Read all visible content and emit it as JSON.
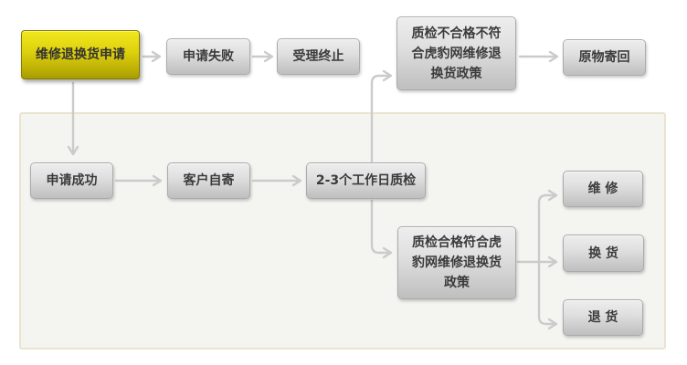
{
  "page": {
    "background": "#ffffff"
  },
  "panel": {
    "background": "#f4f4f1",
    "border_color": "#ebe3d0"
  },
  "colors": {
    "node_gray_top": "#ededed",
    "node_gray_bottom": "#bfbfbf",
    "node_border": "#ababab",
    "highlight_top": "#f1e81d",
    "highlight_bottom": "#a79b02",
    "highlight_border": "#847b00",
    "connector": "#cbcbcb",
    "text": "#3b3b3b"
  },
  "flowchart": {
    "nodes": [
      {
        "id": "apply",
        "label": "维修退换货申请",
        "style": "highlight"
      },
      {
        "id": "apply-fail",
        "label": "申请失败",
        "style": "gray"
      },
      {
        "id": "accept-terminate",
        "label": "受理终止",
        "style": "gray"
      },
      {
        "id": "qc-fail",
        "label": "质检不合格不符\n合虎豹网维修退\n换货政策",
        "style": "gray"
      },
      {
        "id": "return-original",
        "label": "原物寄回",
        "style": "gray"
      },
      {
        "id": "apply-success",
        "label": "申请成功",
        "style": "gray"
      },
      {
        "id": "customer-self-ship",
        "label": "客户自寄",
        "style": "gray"
      },
      {
        "id": "qc-duration",
        "label": "2-3个工作日质检",
        "style": "gray"
      },
      {
        "id": "qc-pass",
        "label": "质检合格符合虎\n豹网维修退换货\n政策",
        "style": "gray"
      },
      {
        "id": "repair",
        "label": "维 修",
        "style": "gray"
      },
      {
        "id": "exchange",
        "label": "换 货",
        "style": "gray"
      },
      {
        "id": "refund",
        "label": "退 货",
        "style": "gray"
      }
    ],
    "edges": [
      {
        "from": "apply",
        "to": "apply-fail"
      },
      {
        "from": "apply-fail",
        "to": "accept-terminate"
      },
      {
        "from": "apply",
        "to": "apply-success"
      },
      {
        "from": "apply-success",
        "to": "customer-self-ship"
      },
      {
        "from": "customer-self-ship",
        "to": "qc-duration"
      },
      {
        "from": "qc-duration",
        "to": "qc-fail"
      },
      {
        "from": "qc-fail",
        "to": "return-original"
      },
      {
        "from": "qc-duration",
        "to": "qc-pass"
      },
      {
        "from": "qc-pass",
        "to": "repair"
      },
      {
        "from": "qc-pass",
        "to": "exchange"
      },
      {
        "from": "qc-pass",
        "to": "refund"
      }
    ]
  }
}
